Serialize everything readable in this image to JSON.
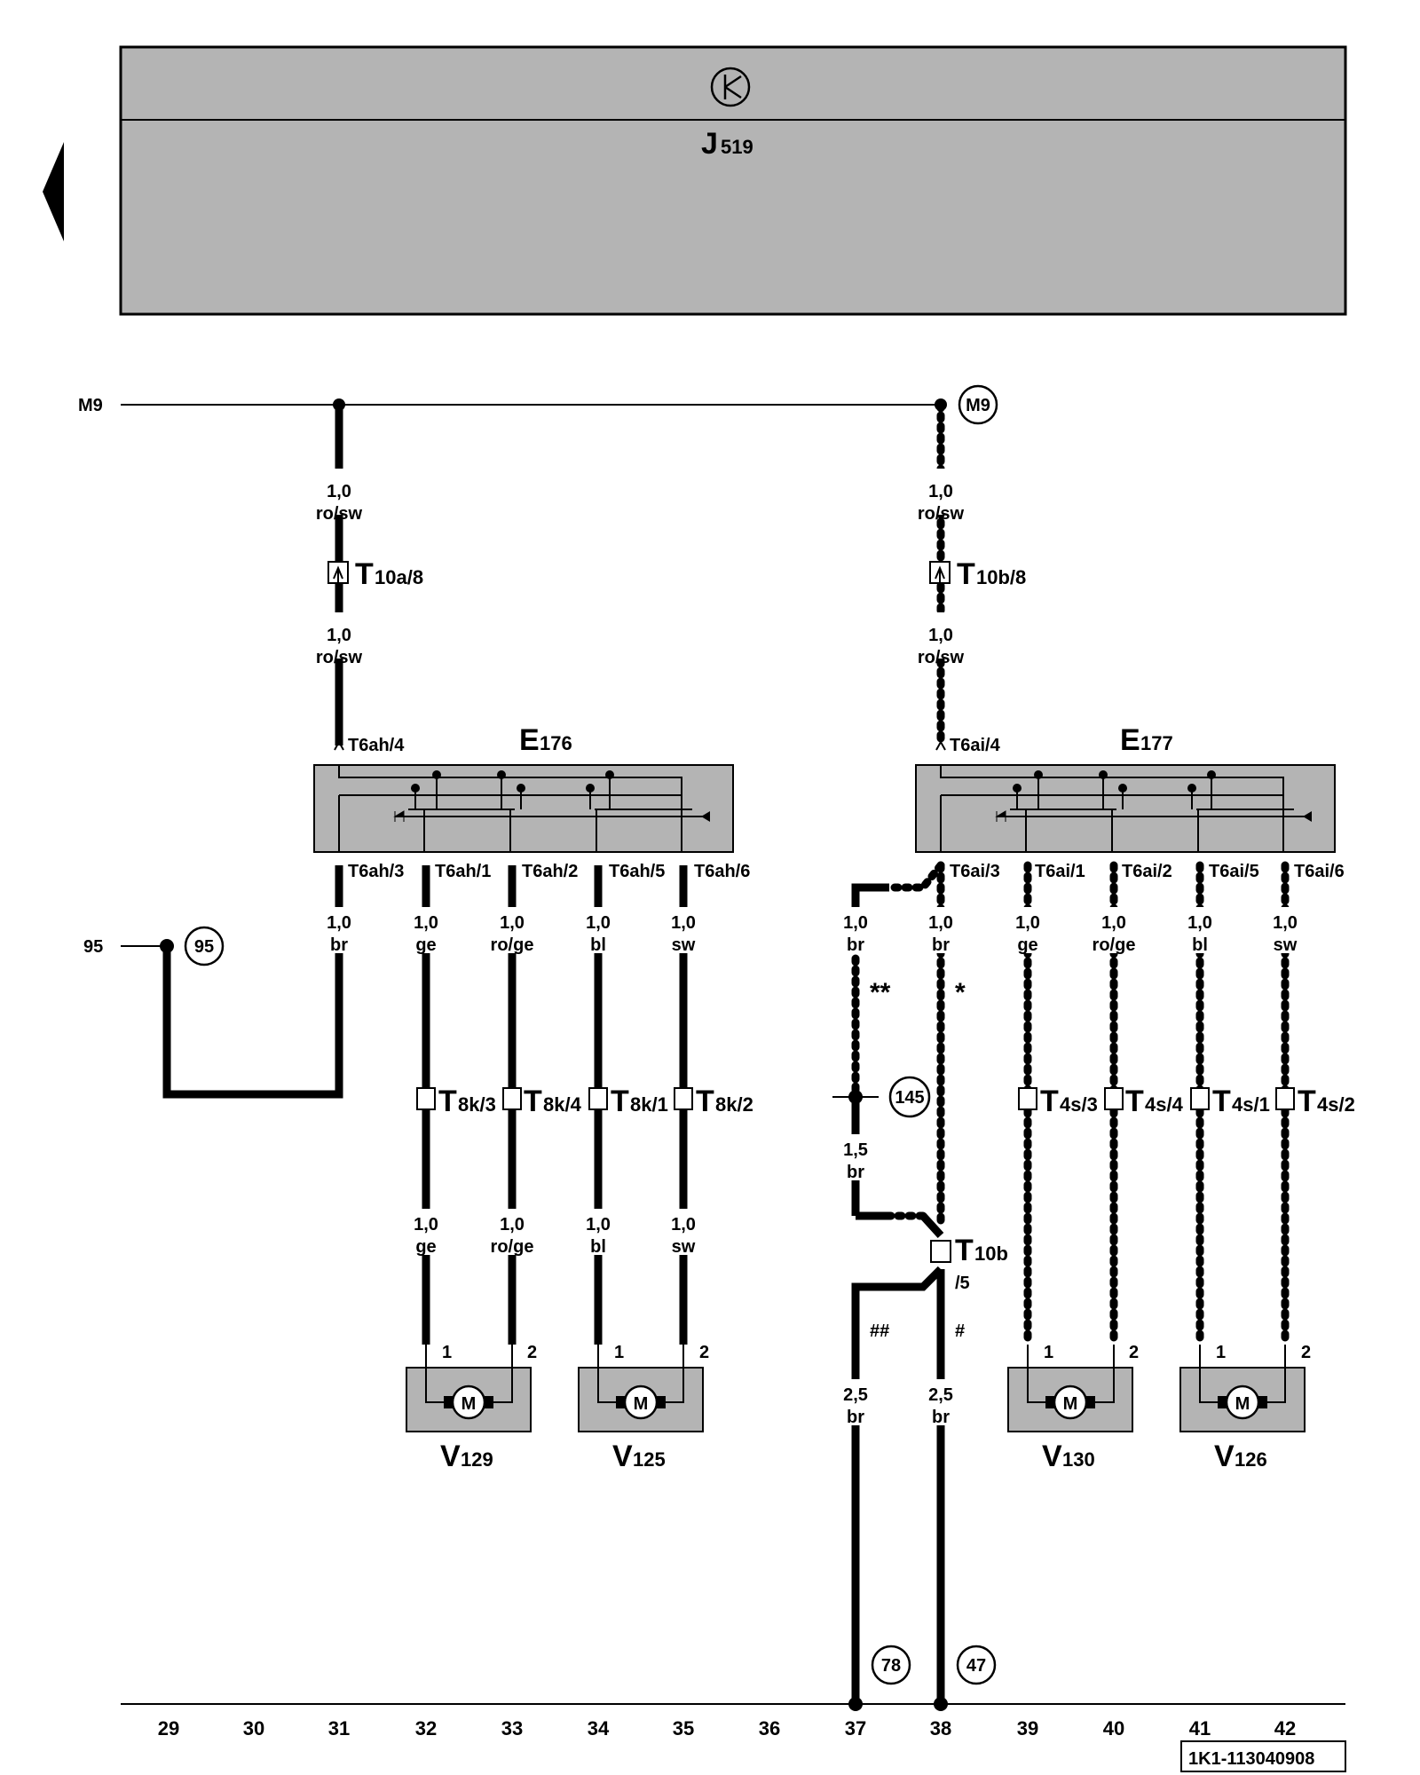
{
  "control_unit": {
    "name": "J",
    "sub": "519",
    "symbol": "transistor-symbol"
  },
  "bus_label": "M9",
  "bus_ref": "M9",
  "ground_label": "95",
  "ground_ref": "95",
  "left_supply": {
    "wire_top": [
      "1,0",
      "ro/sw"
    ],
    "connector": {
      "main": "T",
      "sub": "10a/8"
    },
    "wire_bottom": [
      "1,0",
      "ro/sw"
    ],
    "pin_in": "T6ah/4"
  },
  "right_supply": {
    "wire_top": [
      "1,0",
      "ro/sw"
    ],
    "connector": {
      "main": "T",
      "sub": "10b/8"
    },
    "wire_bottom": [
      "1,0",
      "ro/sw"
    ],
    "pin_in": "T6ai/4"
  },
  "switch_left": {
    "name": "E",
    "sub": "176",
    "pins": [
      "T6ah/3",
      "T6ah/1",
      "T6ah/2",
      "T6ah/5",
      "T6ah/6"
    ]
  },
  "switch_right": {
    "name": "E",
    "sub": "177",
    "pins": [
      "T6ai/3",
      "T6ai/1",
      "T6ai/2",
      "T6ai/5",
      "T6ai/6"
    ]
  },
  "left_wires": [
    [
      "1,0",
      "br"
    ],
    [
      "1,0",
      "ge"
    ],
    [
      "1,0",
      "ro/ge"
    ],
    [
      "1,0",
      "bl"
    ],
    [
      "1,0",
      "sw"
    ]
  ],
  "left_wires_lower": [
    [
      "1,0",
      "ge"
    ],
    [
      "1,0",
      "ro/ge"
    ],
    [
      "1,0",
      "bl"
    ],
    [
      "1,0",
      "sw"
    ]
  ],
  "left_connectors": [
    {
      "main": "T",
      "sub": "8k/3"
    },
    {
      "main": "T",
      "sub": "8k/4"
    },
    {
      "main": "T",
      "sub": "8k/1"
    },
    {
      "main": "T",
      "sub": "8k/2"
    }
  ],
  "right_wires": [
    [
      "1,0",
      "br"
    ],
    [
      "1,0",
      "br"
    ],
    [
      "1,0",
      "ge"
    ],
    [
      "1,0",
      "ro/ge"
    ],
    [
      "1,0",
      "bl"
    ],
    [
      "1,0",
      "sw"
    ]
  ],
  "right_connectors": [
    {
      "main": "T",
      "sub": "4s/3"
    },
    {
      "main": "T",
      "sub": "4s/4"
    },
    {
      "main": "T",
      "sub": "4s/1"
    },
    {
      "main": "T",
      "sub": "4s/2"
    }
  ],
  "ground_splice_ref": "145",
  "splice_wire": [
    "1,5",
    "br"
  ],
  "footnote_double": "**",
  "footnote_single": "*",
  "hash_double": "##",
  "hash_single": "#",
  "t10b": {
    "main": "T",
    "sub": "10b",
    "pin": "/5"
  },
  "ground_wires": [
    [
      "2,5",
      "br"
    ],
    [
      "2,5",
      "br"
    ]
  ],
  "ground_refs": [
    "78",
    "47"
  ],
  "motors": [
    {
      "name": "V",
      "sub": "129",
      "pins": [
        "1",
        "2"
      ],
      "symbol": "M"
    },
    {
      "name": "V",
      "sub": "125",
      "pins": [
        "1",
        "2"
      ],
      "symbol": "M"
    },
    {
      "name": "V",
      "sub": "130",
      "pins": [
        "1",
        "2"
      ],
      "symbol": "M"
    },
    {
      "name": "V",
      "sub": "126",
      "pins": [
        "1",
        "2"
      ],
      "symbol": "M"
    }
  ],
  "columns": [
    "29",
    "30",
    "31",
    "32",
    "33",
    "34",
    "35",
    "36",
    "37",
    "38",
    "39",
    "40",
    "41",
    "42"
  ],
  "doc_id": "1K1-113040908",
  "nav": {
    "back_icon": "triangle-left-icon"
  },
  "colors": {
    "panel": "#b4b4b4",
    "line": "#000000"
  }
}
